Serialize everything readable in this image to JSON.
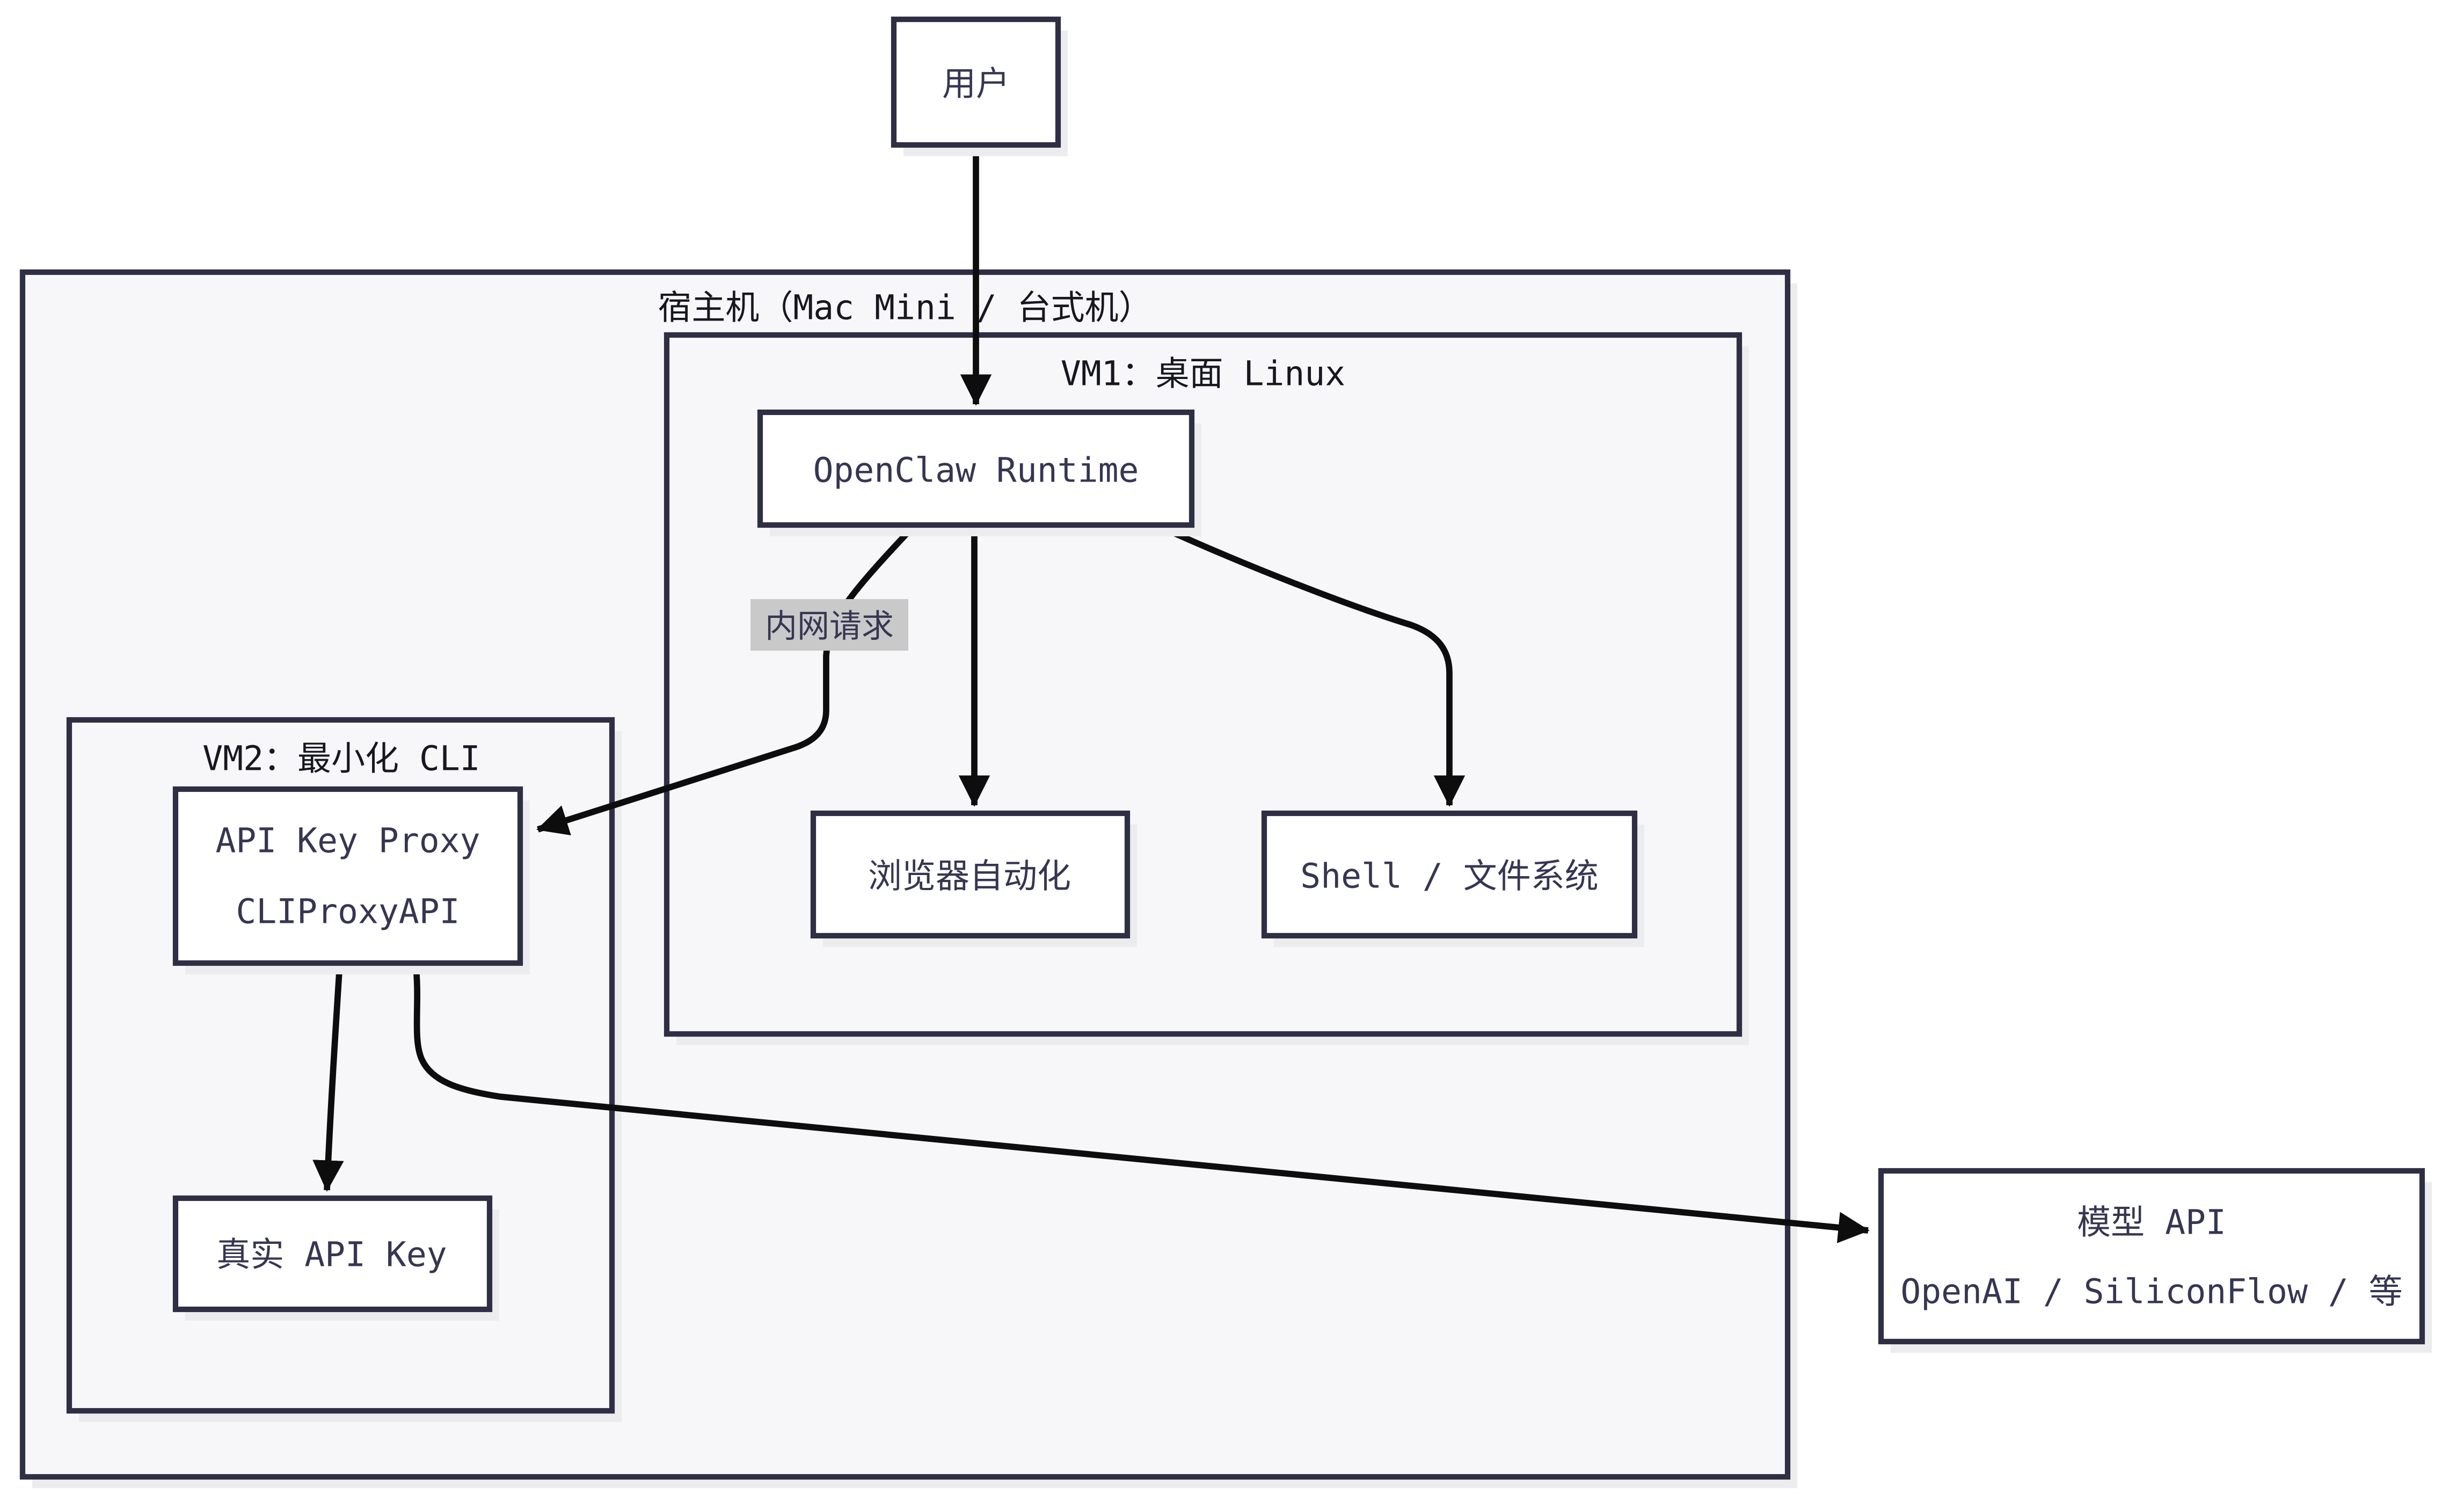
{
  "diagram": {
    "type": "flowchart",
    "colors": {
      "background": "#ffffff",
      "node_fill": "#ffffff",
      "cluster_fill": "#f7f7f9",
      "border": "#2e2e44",
      "node_text": "#363653",
      "cluster_text": "#17171f",
      "edge_stroke": "#0d0d0d",
      "edge_label_bg": "#c9c9c9",
      "shadow": "#ececee"
    },
    "clusters": {
      "host": {
        "label": "宿主机（Mac Mini / 台式机）"
      },
      "vm1": {
        "label": "VM1：桌面 Linux"
      },
      "vm2": {
        "label": "VM2：最小化 CLI"
      }
    },
    "nodes": {
      "user": {
        "label": "用户"
      },
      "openclaw": {
        "label": "OpenClaw Runtime"
      },
      "browser": {
        "label": "浏览器自动化"
      },
      "shell": {
        "label": "Shell / 文件系统"
      },
      "api_proxy": {
        "line1": "API Key Proxy",
        "line2": "CLIProxyAPI"
      },
      "real_key": {
        "label": "真实 API Key"
      },
      "model_api": {
        "line1": "模型 API",
        "line2": "OpenAI / SiliconFlow / 等"
      }
    },
    "edges": {
      "intranet_label": "内网请求"
    }
  }
}
